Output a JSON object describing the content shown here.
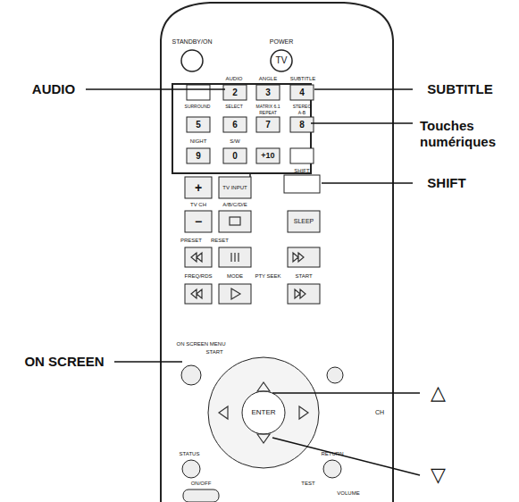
{
  "diagram": {
    "labels": [
      "AUDIO",
      "SUBTITLE",
      "Touches numériques",
      "SHIFT",
      "ON SCREEN",
      "△",
      "▽",
      "STANDBY/ON",
      "POWER",
      "TV",
      "AUDIO",
      "ANGLE",
      "SUBTITLE",
      "2",
      "3",
      "4",
      "SURROUND",
      "SELECT",
      "MATRIX 6.1",
      "STEREO",
      "REPEAT",
      "A-B",
      "5",
      "6",
      "7",
      "8",
      "NIGHT",
      "S/W",
      "9",
      "0",
      "+10",
      "SHIFT",
      "+",
      "TV INPUT",
      "TV CH",
      "A/B/C/D/E",
      "−",
      "SLEEP",
      "PRESET",
      "RESET",
      "FREQ/RDS",
      "MODE",
      "PTY SEEK",
      "START",
      "ON SCREEN MENU",
      "START",
      "ENTER",
      "CH",
      "STATUS",
      "RETURN",
      "ON/OFF",
      "TEST",
      "VOLUME"
    ]
  }
}
